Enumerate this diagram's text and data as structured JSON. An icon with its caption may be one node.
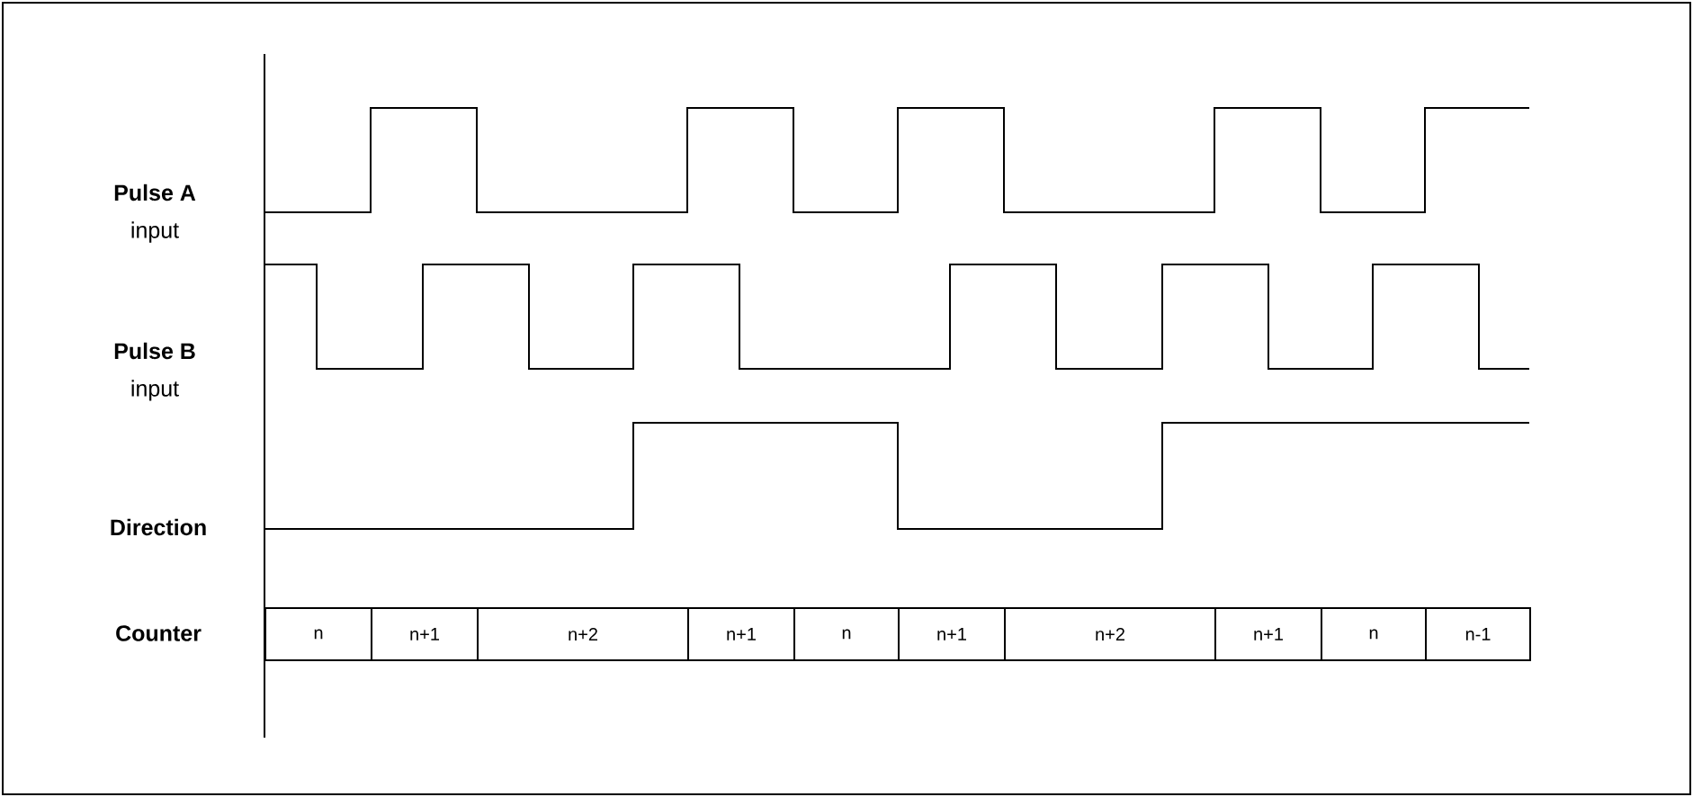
{
  "diagram": {
    "nodes": [
      {
        "text": [
          "n"
        ]
      },
      {
        "text": [
          "n+1"
        ]
      },
      {
        "text": [
          "n+2"
        ]
      },
      {
        "text": [
          "n+1"
        ]
      },
      {
        "text": [
          "n"
        ]
      },
      {
        "text": [
          "n+1"
        ]
      },
      {
        "text": [
          "n+2"
        ]
      },
      {
        "text": [
          "n+1"
        ]
      },
      {
        "text": [
          "n"
        ]
      },
      {
        "text": [
          "n-1"
        ]
      }
    ],
    "labels": [
      "Pulse A",
      "input",
      "Pulse B",
      "input",
      "Direction",
      "Counter"
    ]
  }
}
